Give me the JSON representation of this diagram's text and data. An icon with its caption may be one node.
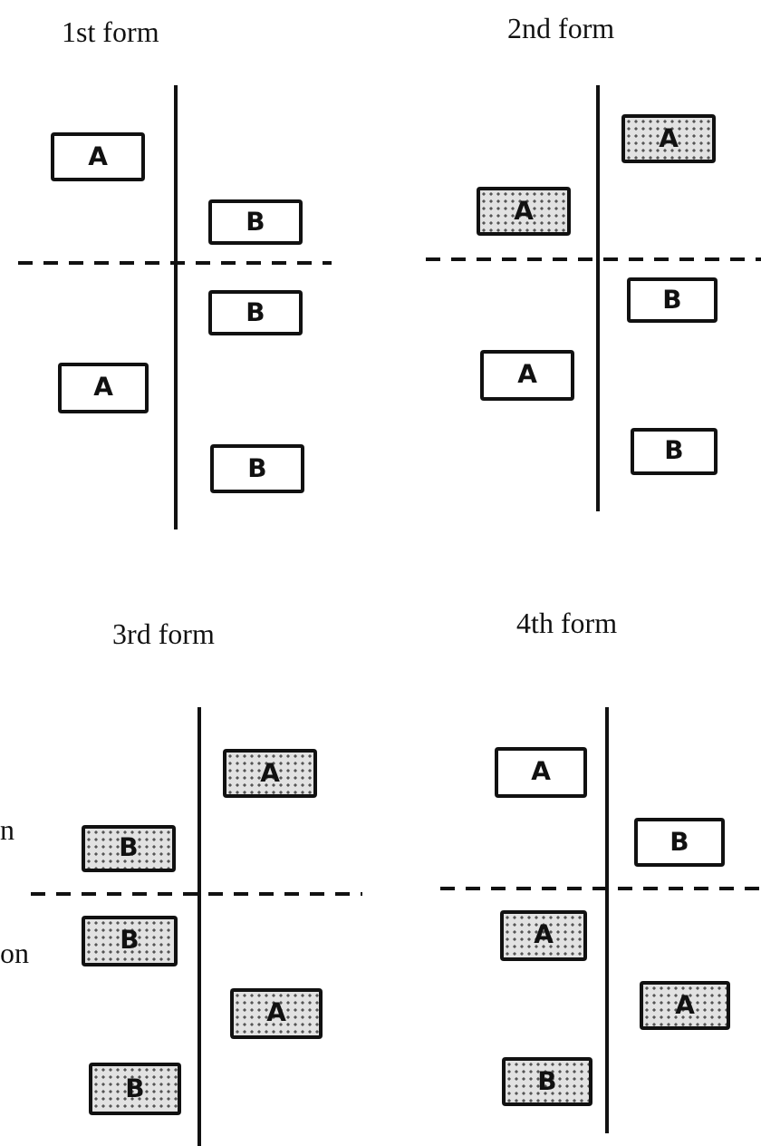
{
  "diagram": {
    "nodes": [
      {
        "text": [
          "A"
        ]
      },
      {
        "text": [
          "B"
        ]
      },
      {
        "text": [
          "B"
        ]
      },
      {
        "text": [
          "A"
        ]
      },
      {
        "text": [
          "B"
        ]
      },
      {
        "text": [
          "A"
        ]
      },
      {
        "text": [
          "A"
        ]
      },
      {
        "text": [
          "B"
        ]
      },
      {
        "text": [
          "A"
        ]
      },
      {
        "text": [
          "B"
        ]
      },
      {
        "text": [
          "A"
        ]
      },
      {
        "text": [
          "B"
        ]
      },
      {
        "text": [
          "B"
        ]
      },
      {
        "text": [
          "A"
        ]
      },
      {
        "text": [
          "B"
        ]
      },
      {
        "text": [
          "A"
        ]
      },
      {
        "text": [
          "B"
        ]
      },
      {
        "text": [
          "A"
        ]
      },
      {
        "text": [
          "A"
        ]
      },
      {
        "text": [
          "B"
        ]
      }
    ],
    "labels": [
      "1st form",
      "2nd form",
      "3rd form",
      "4th form",
      "n",
      "on"
    ]
  }
}
